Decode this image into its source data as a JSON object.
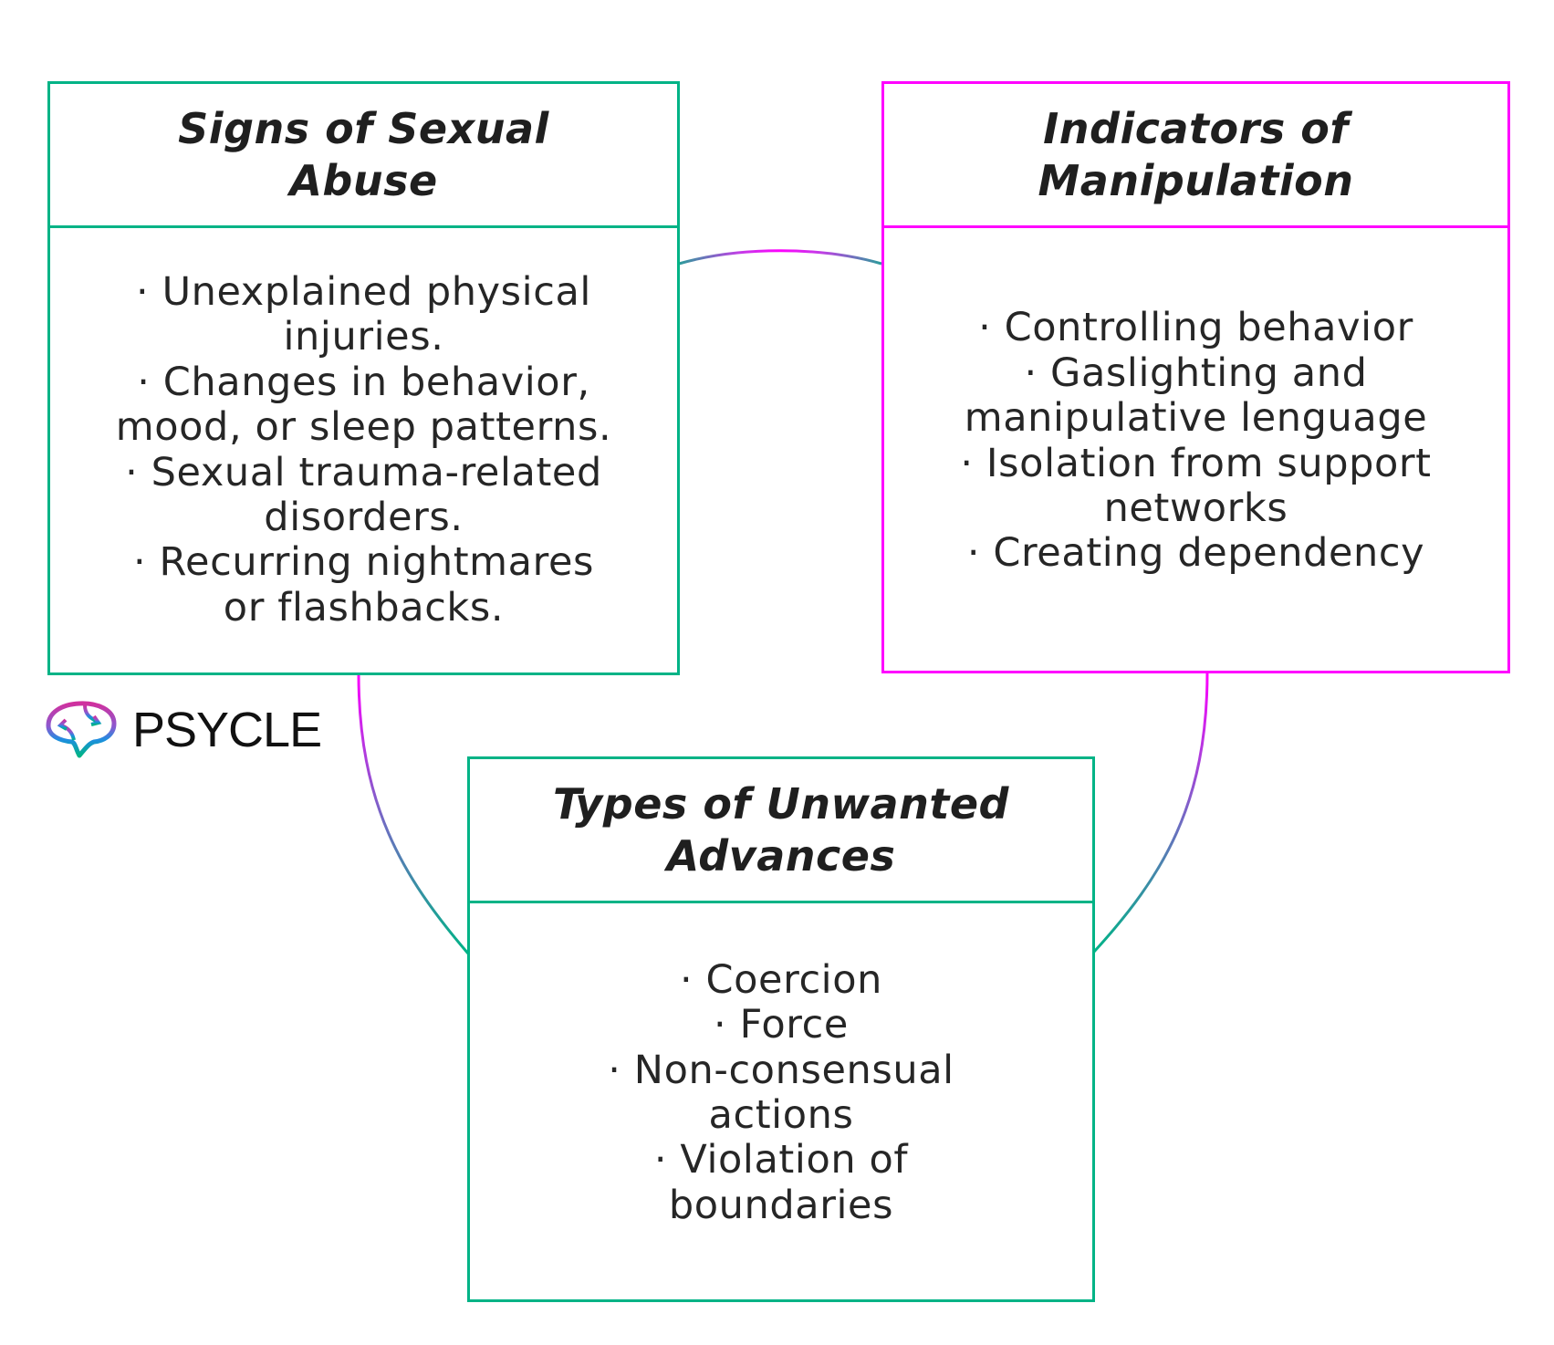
{
  "colors": {
    "teal": "#00b386",
    "magenta": "#ff00ff",
    "text": "#1f1f1f"
  },
  "logo": {
    "text": "PSYCLE",
    "icon": "brain-cycle-icon"
  },
  "boxes": {
    "signs_of_sexual_abuse": {
      "title_lines": [
        "Signs of Sexual",
        "Abuse"
      ],
      "body_lines": [
        "· Unexplained physical",
        "injuries.",
        "· Changes in behavior,",
        "mood, or sleep patterns.",
        "· Sexual trauma-related",
        "disorders.",
        "· Recurring nightmares",
        "or flashbacks."
      ],
      "border_color": "#00b386"
    },
    "indicators_of_manipulation": {
      "title_lines": [
        "Indicators of",
        "Manipulation"
      ],
      "body_lines": [
        "· Controlling behavior",
        "· Gaslighting and",
        "manipulative lenguage",
        "· Isolation from support",
        "networks",
        "· Creating dependency"
      ],
      "border_color": "#ff00ff"
    },
    "types_of_unwanted_advances": {
      "title_lines": [
        "Types of Unwanted",
        "Advances"
      ],
      "body_lines": [
        "· Coercion",
        "· Force",
        "· Non-consensual",
        "actions",
        "· Violation of",
        "boundaries"
      ],
      "border_color": "#00b386"
    }
  },
  "connectors": [
    {
      "from": "signs_of_sexual_abuse",
      "to": "indicators_of_manipulation"
    },
    {
      "from": "signs_of_sexual_abuse",
      "to": "types_of_unwanted_advances"
    },
    {
      "from": "indicators_of_manipulation",
      "to": "types_of_unwanted_advances"
    }
  ]
}
